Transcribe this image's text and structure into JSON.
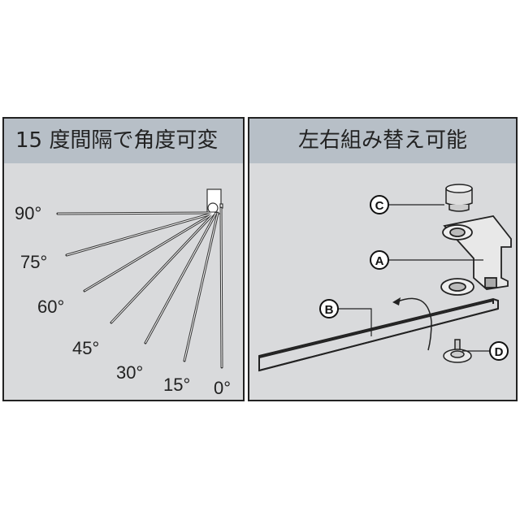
{
  "left_panel": {
    "title": "15 度間隔で角度可変",
    "angle_labels": [
      "90°",
      "75°",
      "60°",
      "45°",
      "30°",
      "15°",
      "0°"
    ]
  },
  "right_panel": {
    "title": "左右組み替え可能",
    "part_labels": {
      "a": "A",
      "b": "B",
      "c": "C",
      "d": "D"
    }
  }
}
